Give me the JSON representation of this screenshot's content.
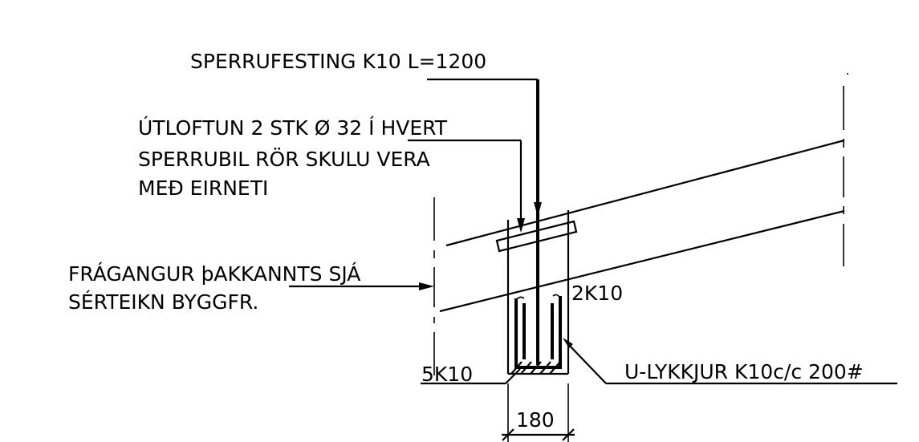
{
  "labels": {
    "sperrufesting": "SPERRUFESTING K10 L=1200",
    "utloftun_line1": "ÚTLOFTUN 2 STK Ø 32 Í HVERT",
    "utloftun_line2": "SPERRUBIL RÖR SKULU VERA",
    "utloftun_line3": "MEÐ EIRNETI",
    "fragangur_line1": "FRÁGANGUR þAKKANNTS SJÁ",
    "fragangur_line2": "SÉRTEIKN BYGGFR.",
    "top_bars": "2K10",
    "bottom_bars": "5K10",
    "stirrups": "U-LYKKJUR K10c/c 200#",
    "beam_width": "180"
  },
  "colors": {
    "ink": "#000000",
    "paper": "#ffffff"
  }
}
